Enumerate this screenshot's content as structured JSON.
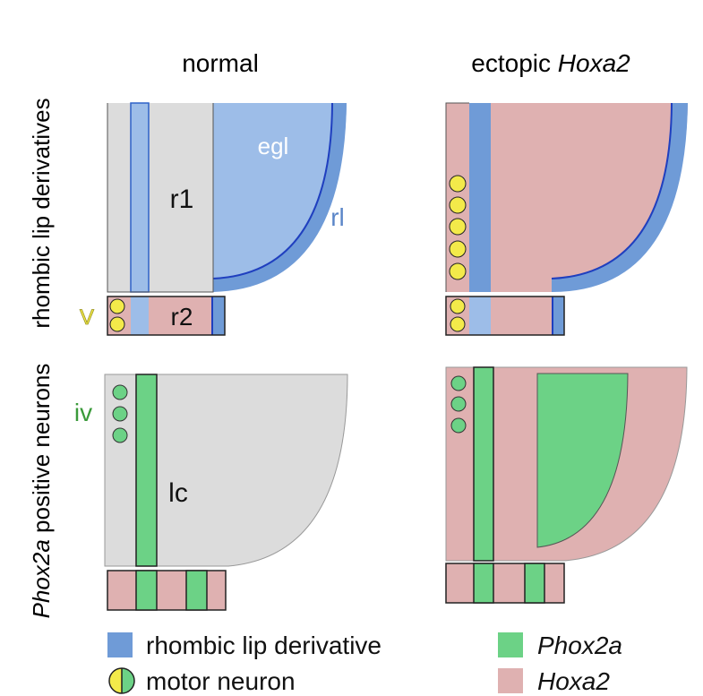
{
  "columns": {
    "normal": "normal",
    "ectopic_prefix": "ectopic ",
    "ectopic_gene": "Hoxa2"
  },
  "rows": {
    "top": "rhombic lip derivatives",
    "bottom_gene": "Phox2a",
    "bottom_suffix": " positive neurons"
  },
  "labels": {
    "egl": "egl",
    "r1": "r1",
    "rl": "rl",
    "r2": "r2",
    "v": "V",
    "iv": "iv",
    "lc": "lc"
  },
  "legend": {
    "rhombic_lip": "rhombic lip derivative",
    "motor_neuron": "motor neuron",
    "phox2a": "Phox2a",
    "hoxa2": "Hoxa2"
  },
  "colors": {
    "gray": "#dcdcdc",
    "blue": "#6f9bd7",
    "light_blue": "#9dbde8",
    "dark_blue": "#1f3fbf",
    "green": "#6cd286",
    "pink": "#dfb1b1",
    "yellow": "#f3ea4a",
    "v_yellow": "#d7cf35",
    "iv_green": "#3a9a3a",
    "rl_blue": "#5b86c8"
  }
}
